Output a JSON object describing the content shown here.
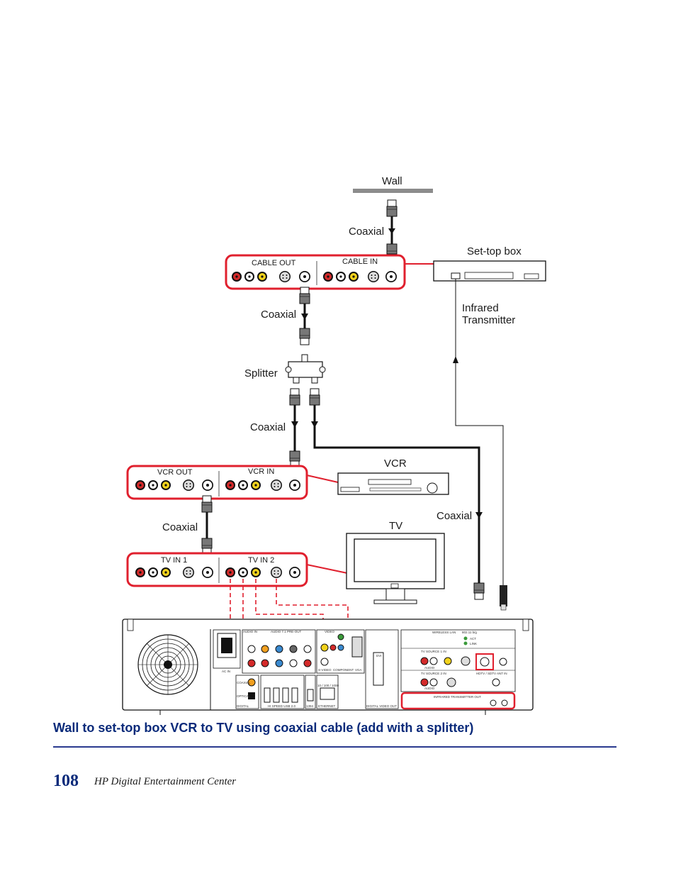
{
  "labels": {
    "wall": "Wall",
    "coaxial": "Coaxial",
    "set_top_box": "Set-top box",
    "infrared_line1": "Infrared",
    "infrared_line2": "Transmitter",
    "splitter": "Splitter",
    "vcr": "VCR",
    "tv": "TV",
    "cable_out": "CABLE OUT",
    "cable_in": "CABLE IN",
    "vcr_out": "VCR OUT",
    "vcr_in": "VCR IN",
    "tv_in_1": "TV IN 1",
    "tv_in_2": "TV IN 2"
  },
  "back_panel": {
    "ac_in": "AC IN",
    "audio_in": "AUDIO IN",
    "audio_pre_out": "AUDIO 7.1 PRE-OUT",
    "video": "VIDEO",
    "svideo": "S-VIDEO",
    "component": "COMPONENT",
    "vga": "VGA",
    "dvi": "DVI",
    "digital_video_out": "DIGITAL VIDEO OUT",
    "coaxial": "COAXIAL",
    "optical": "OPTICAL",
    "digital": "DIGITAL",
    "usb": "HI SPEED USB 2.0",
    "ieee1394": "1394",
    "ethernet": "ETHERNET",
    "ethernet_speed": "10 / 100 / 1000",
    "wireless_lan": "WIRELESS LAN",
    "wireless_std": "802.11 b/g",
    "act": "ACT",
    "link": "LINK",
    "tv_source_1": "TV SOURCE 1 IN",
    "tv_source_2": "TV SOURCE 2 IN",
    "audio": "AUDIO",
    "hdtv": "HDTV / SDTV ANT IN",
    "infrared_out": "INFRARED TRANSMITTER OUT"
  },
  "footer": {
    "caption": "Wall to set-top box VCR to TV using coaxial cable (add with a splitter)",
    "page_number": "108",
    "book_title": "HP Digital Entertainment Center"
  },
  "colors": {
    "highlight_red": "#e0202e",
    "rca_red": "#d42a2a",
    "rca_yellow": "#f2d21c",
    "heading_blue": "#0a2a7a",
    "rule_blue": "#2a3a8f"
  }
}
